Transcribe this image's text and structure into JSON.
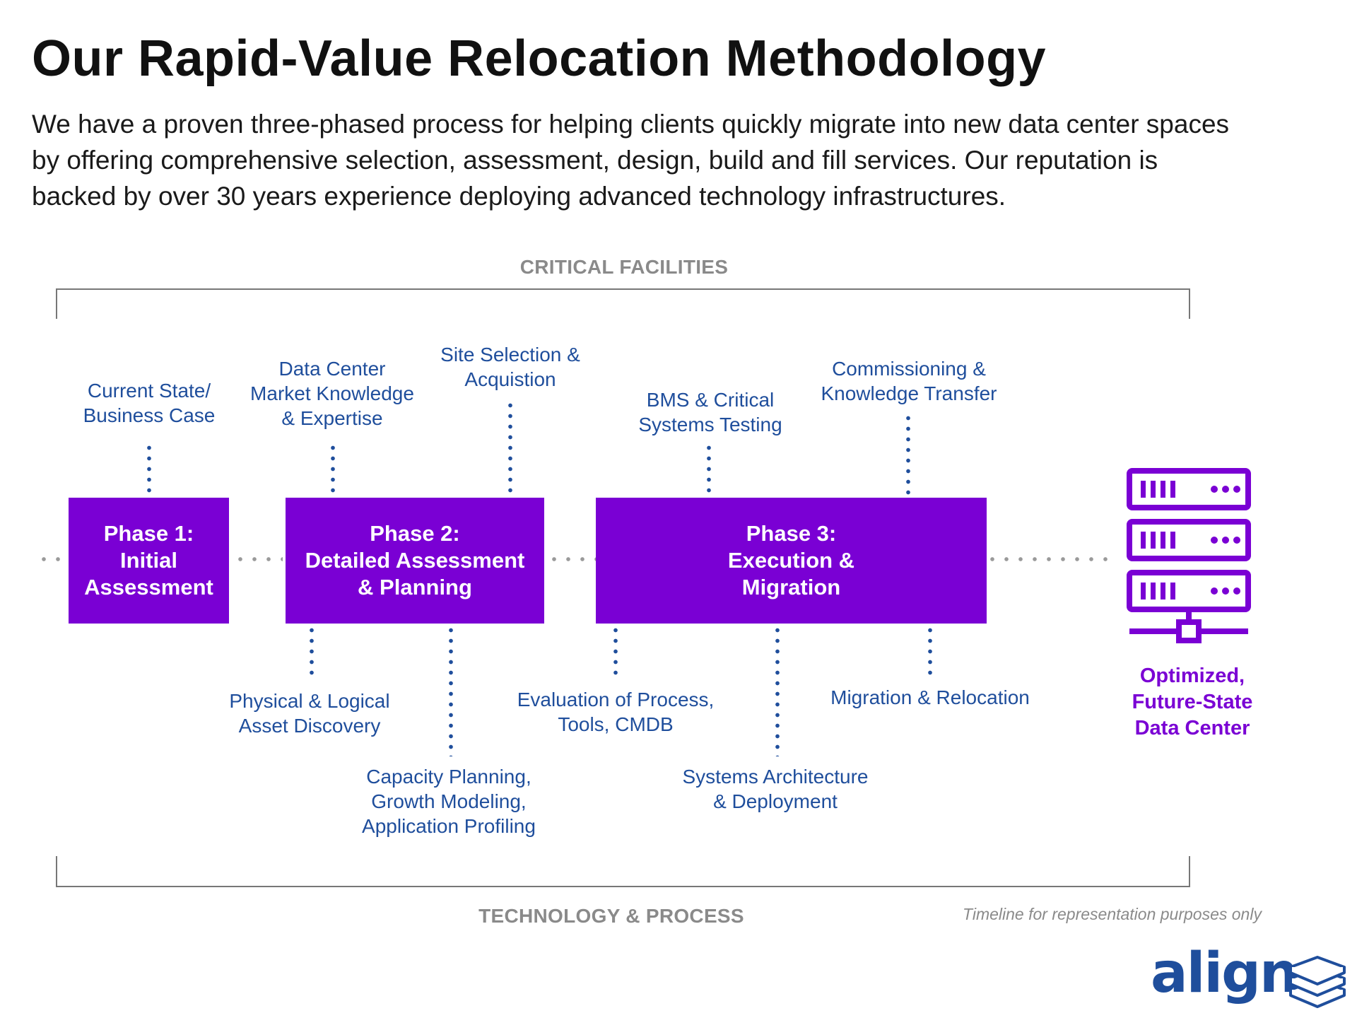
{
  "header": {
    "title": "Our Rapid-Value Relocation Methodology",
    "intro": "We have a proven three-phased process for helping clients quickly migrate into new data center spaces by offering comprehensive selection, assessment, design, build and fill services. Our reputation is backed by over 30 years experience deploying advanced technology infrastructures."
  },
  "diagram": {
    "top_section": "CRITICAL FACILITIES",
    "bottom_section": "TECHNOLOGY & PROCESS",
    "phases": [
      {
        "line1": "Phase 1:",
        "line2": "Initial",
        "line3": "Assessment"
      },
      {
        "line1": "Phase 2:",
        "line2": "Detailed Assessment",
        "line3": "& Planning"
      },
      {
        "line1": "Phase 3:",
        "line2": "Execution &",
        "line3": "Migration"
      }
    ],
    "top_labels": [
      {
        "line1": "Current State/",
        "line2": "Business Case"
      },
      {
        "line1": "Data Center",
        "line2": "Market Knowledge",
        "line3": "& Expertise"
      },
      {
        "line1": "Site Selection &",
        "line2": "Acquistion"
      },
      {
        "line1": "BMS & Critical",
        "line2": "Systems Testing"
      },
      {
        "line1": "Commissioning &",
        "line2": "Knowledge Transfer"
      }
    ],
    "bottom_labels": [
      {
        "line1": "Physical & Logical",
        "line2": "Asset Discovery"
      },
      {
        "line1": "Capacity Planning,",
        "line2": "Growth Modeling,",
        "line3": "Application Profiling"
      },
      {
        "line1": "Evaluation of Process,",
        "line2": "Tools, CMDB"
      },
      {
        "line1": "Systems Architecture",
        "line2": "& Deployment"
      },
      {
        "line1": "Migration & Relocation"
      }
    ],
    "goal": {
      "line1": "Optimized,",
      "line2": "Future-State",
      "line3": "Data Center",
      "icon": "server-rack-icon"
    },
    "disclaimer": "Timeline for representation purposes only"
  },
  "logo": {
    "text": "align",
    "icon": "stacked-layers-icon"
  },
  "colors": {
    "phase": "#7a00d4",
    "label": "#1f4e9c",
    "connector": "#9a9a9a",
    "section": "#8a8a8a"
  }
}
